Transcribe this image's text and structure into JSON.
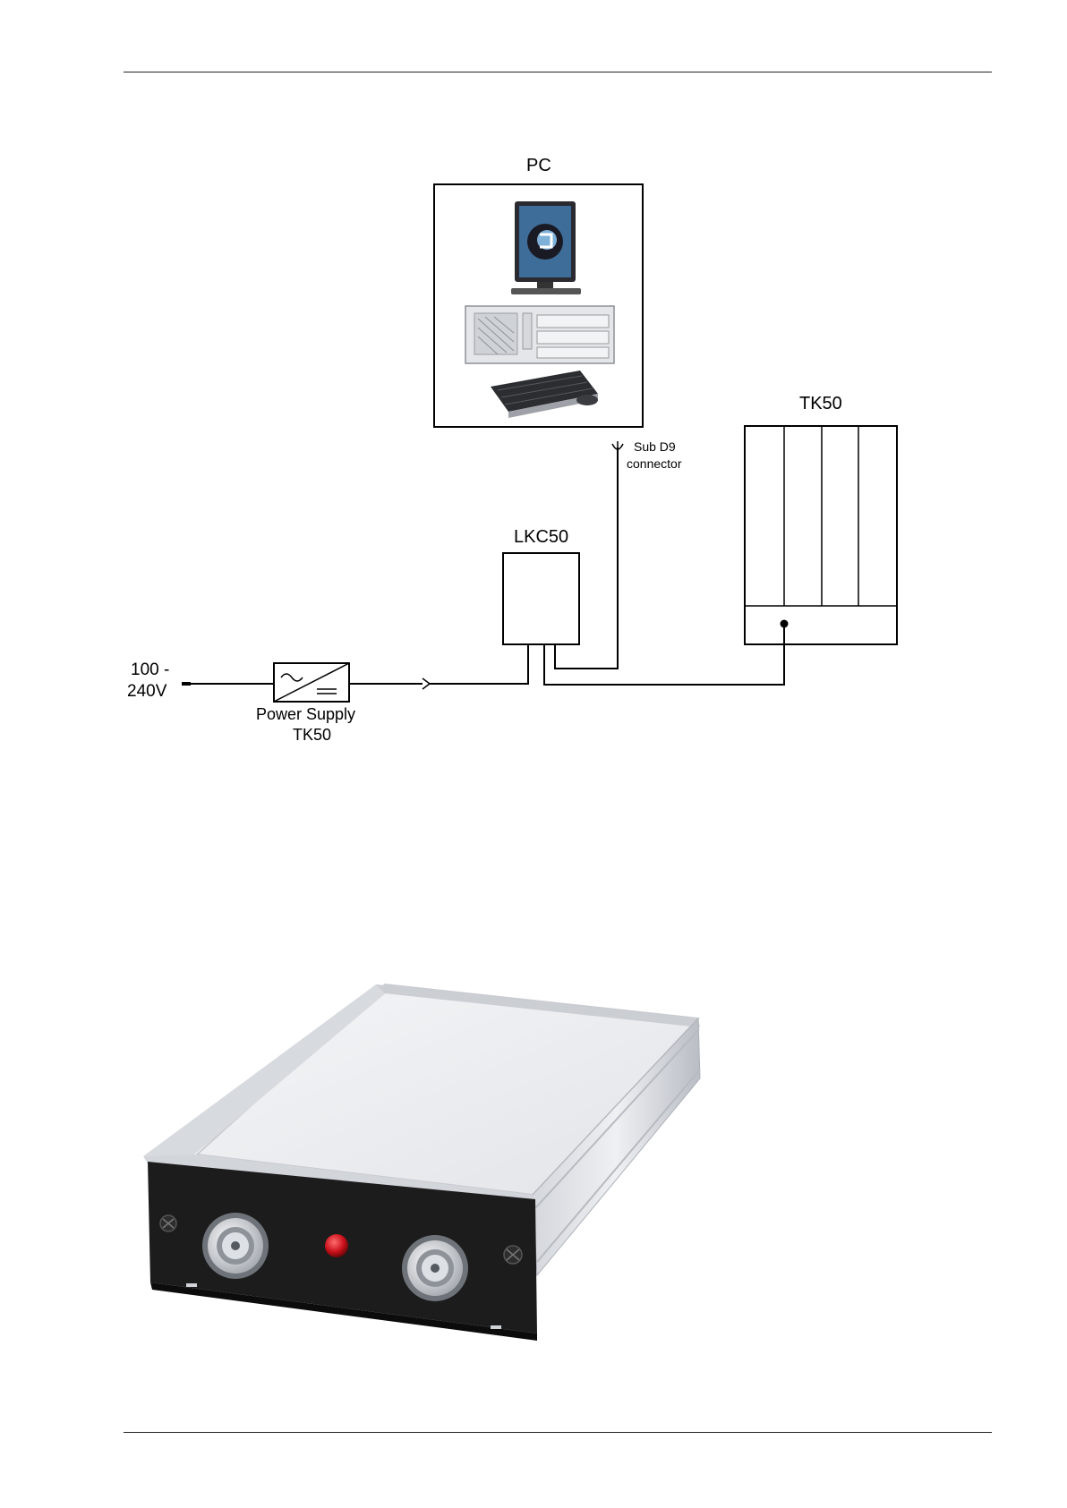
{
  "diagram": {
    "pc_label": "PC",
    "tk50_label": "TK50",
    "lkc50_label": "LKC50",
    "subd9_label_line1": "Sub D9",
    "subd9_label_line2": "connector",
    "mains_label_line1": "100 -",
    "mains_label_line2": "240V",
    "power_supply_label_line1": "Power Supply",
    "power_supply_label_line2": "TK50"
  },
  "colors": {
    "line": "#000000",
    "device_panel": "#1c1c1c",
    "device_body": "#e9eaec",
    "led": "#c8101a"
  }
}
